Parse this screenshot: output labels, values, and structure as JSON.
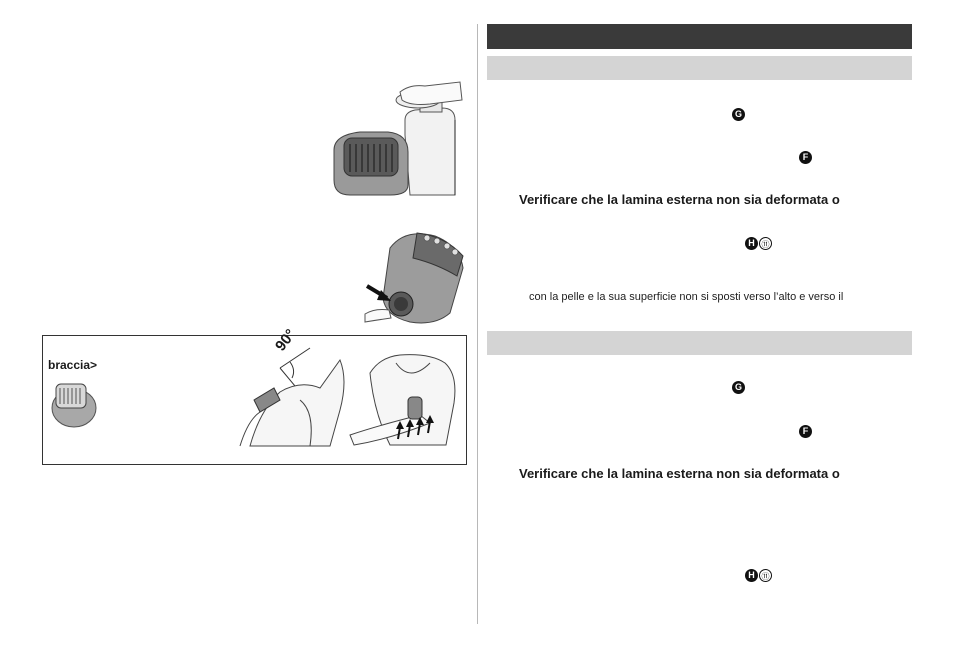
{
  "left_panel": {
    "label": "braccia>"
  },
  "right_column": {
    "section1": {
      "badge_g": "G",
      "badge_f": "F",
      "warning": "Verificare che la lamina esterna non sia deformata o",
      "badge_h": "H",
      "ref_number": "⑪",
      "body_line": "con la pelle e la sua superficie non si sposti verso l’alto e verso il"
    },
    "section2": {
      "badge_g": "G",
      "badge_f": "F",
      "warning": "Verificare che la lamina esterna non sia deformata o",
      "badge_h": "H",
      "ref_number": "⑪"
    }
  },
  "illustration": {
    "angle_label": "90°"
  },
  "colors": {
    "header_bar": "#3a3a3a",
    "subheader_bar": "#d4d4d4",
    "panel_border": "#333333"
  }
}
